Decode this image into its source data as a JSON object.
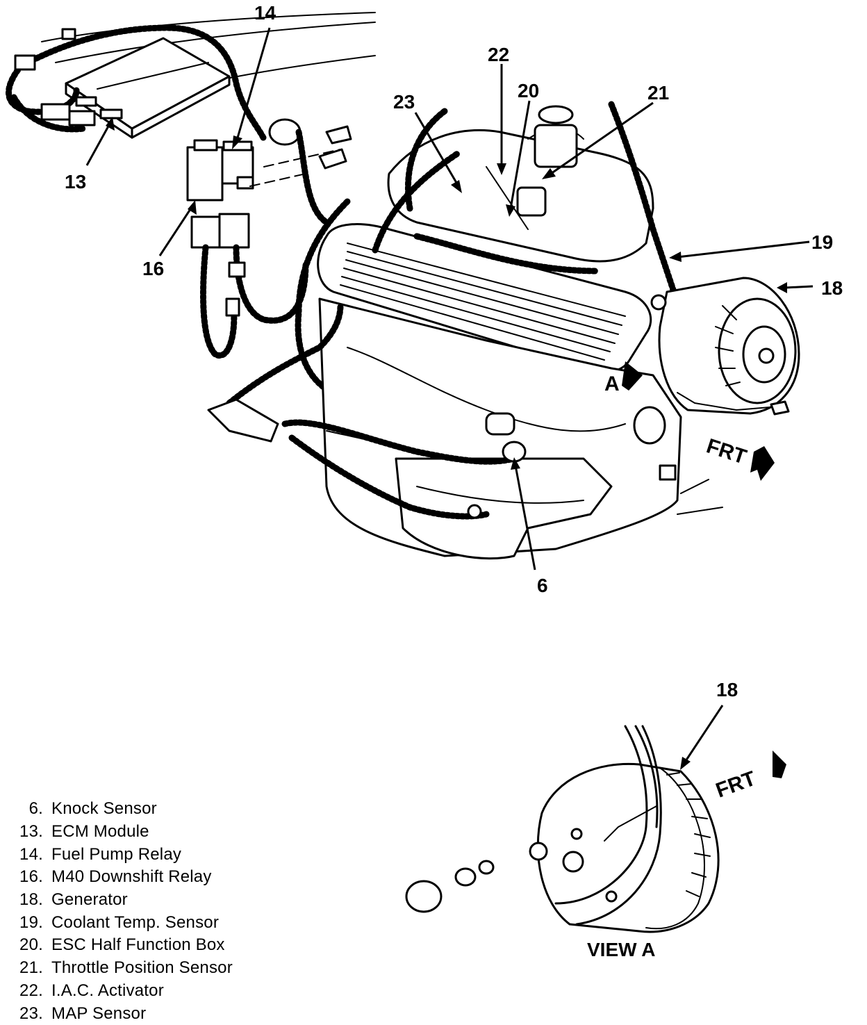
{
  "callouts": {
    "c6": "6",
    "c13": "13",
    "c14": "14",
    "c16": "16",
    "c18_main": "18",
    "c18_view": "18",
    "c19": "19",
    "c20": "20",
    "c21": "21",
    "c22": "22",
    "c23": "23"
  },
  "labels": {
    "view_a_arrow": "A",
    "front_main": "FRT",
    "front_view": "FRT",
    "view_a_caption": "VIEW A"
  },
  "legend": [
    {
      "num": "6.",
      "text": "Knock Sensor"
    },
    {
      "num": "13.",
      "text": "ECM Module"
    },
    {
      "num": "14.",
      "text": "Fuel Pump Relay"
    },
    {
      "num": "16.",
      "text": "M40 Downshift Relay"
    },
    {
      "num": "18.",
      "text": "Generator"
    },
    {
      "num": "19.",
      "text": "Coolant Temp. Sensor"
    },
    {
      "num": "20.",
      "text": "ESC Half Function Box"
    },
    {
      "num": "21.",
      "text": "Throttle Position Sensor"
    },
    {
      "num": "22.",
      "text": "I.A.C. Activator"
    },
    {
      "num": "23.",
      "text": "MAP Sensor"
    }
  ]
}
